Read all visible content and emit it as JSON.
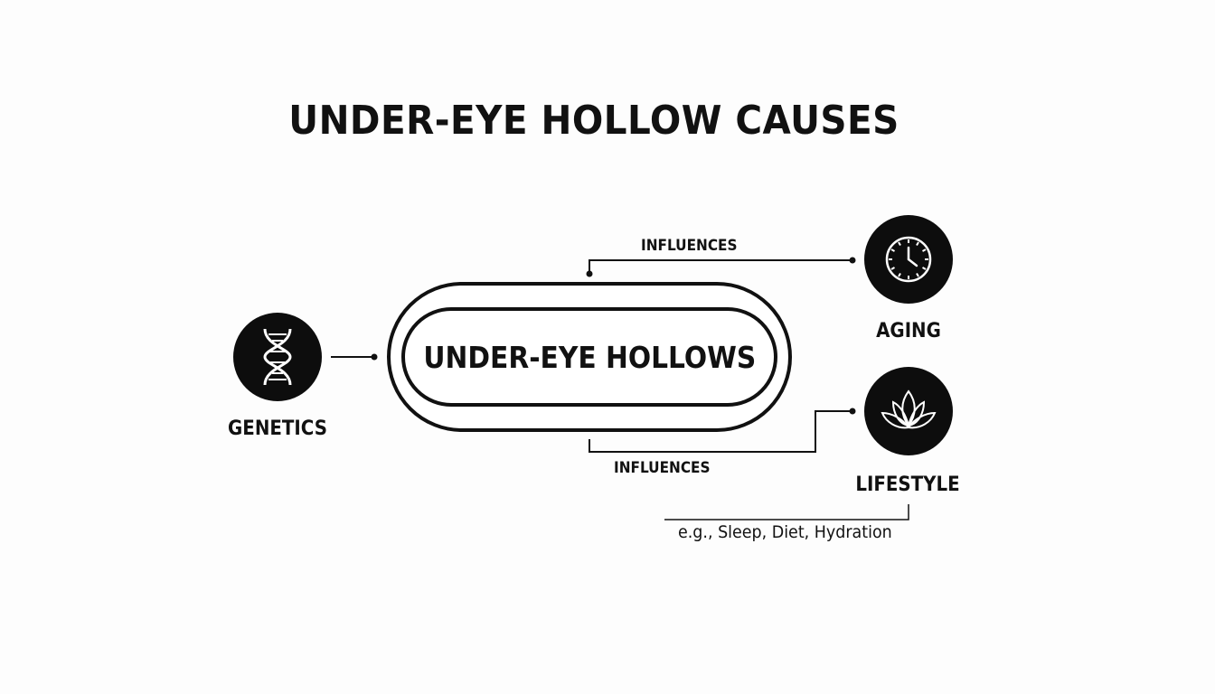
{
  "title": "UNDER-EYE HOLLOW CAUSES",
  "center": {
    "label": "UNDER-EYE HOLLOWS"
  },
  "nodes": {
    "genetics": {
      "label": "GENETICS",
      "icon": "dna-icon"
    },
    "aging": {
      "label": "AGING",
      "icon": "clock-icon"
    },
    "lifestyle": {
      "label": "LIFESTYLE",
      "icon": "lotus-icon"
    }
  },
  "edges": {
    "aging_label": "INFLUENCES",
    "lifestyle_label": "INFLUENCES"
  },
  "lifestyle_note": "e.g., Sleep, Diet, Hydration",
  "colors": {
    "ink": "#111111",
    "circle_fill": "#0d0d0d",
    "background": "#fdfdfd"
  }
}
